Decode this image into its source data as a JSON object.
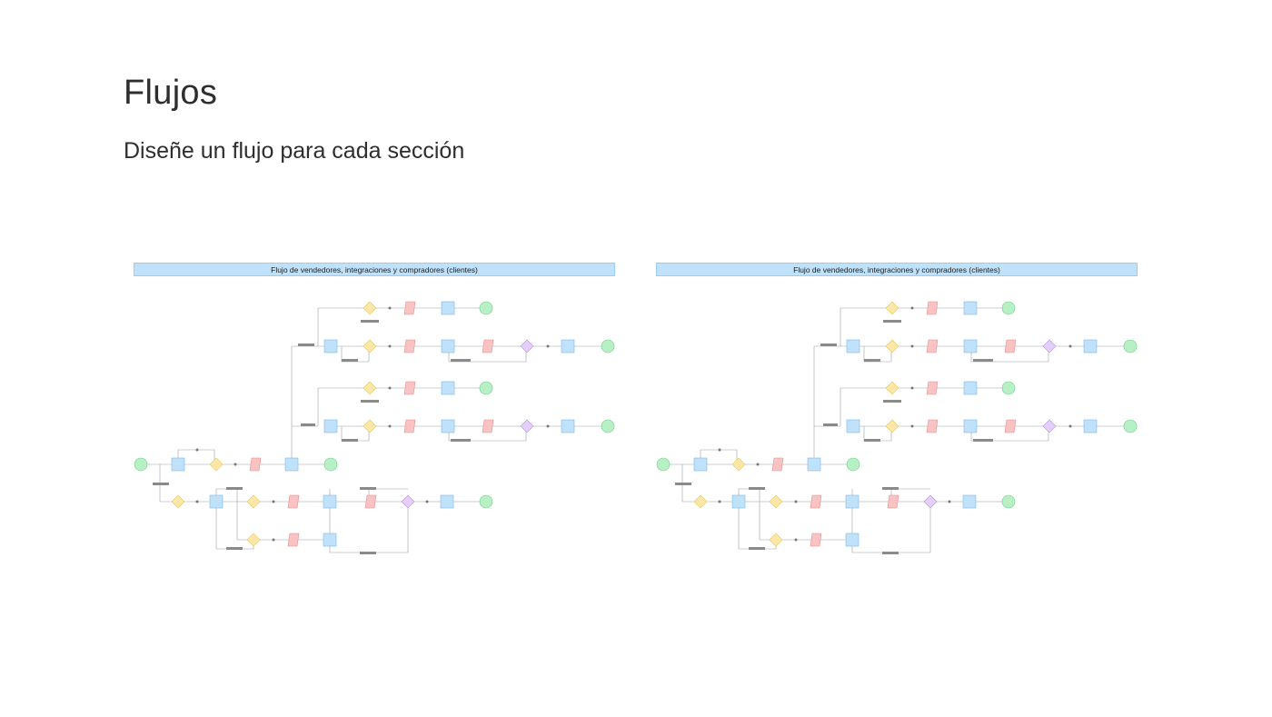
{
  "page": {
    "title": "Flujos",
    "subtitle": "Diseñe un flujo para cada sección"
  },
  "diagrams": [
    {
      "banner": "Flujo de vendedores, integraciones y compradores (clientes)"
    },
    {
      "banner": "Flujo de vendedores, integraciones y compradores (clientes)"
    }
  ],
  "colors": {
    "terminal": "#b7f0c4",
    "terminal_stroke": "#6fcf8a",
    "process": "#bfe1fa",
    "process_stroke": "#7fb8e6",
    "decision": "#fde7a6",
    "decision_stroke": "#e6c45a",
    "io": "#f9c3c3",
    "io_stroke": "#e88c8c",
    "merge": "#e3cffa",
    "merge_stroke": "#b793e6",
    "connector": "#9aa0a6",
    "label_box": "#8a8a8a"
  }
}
